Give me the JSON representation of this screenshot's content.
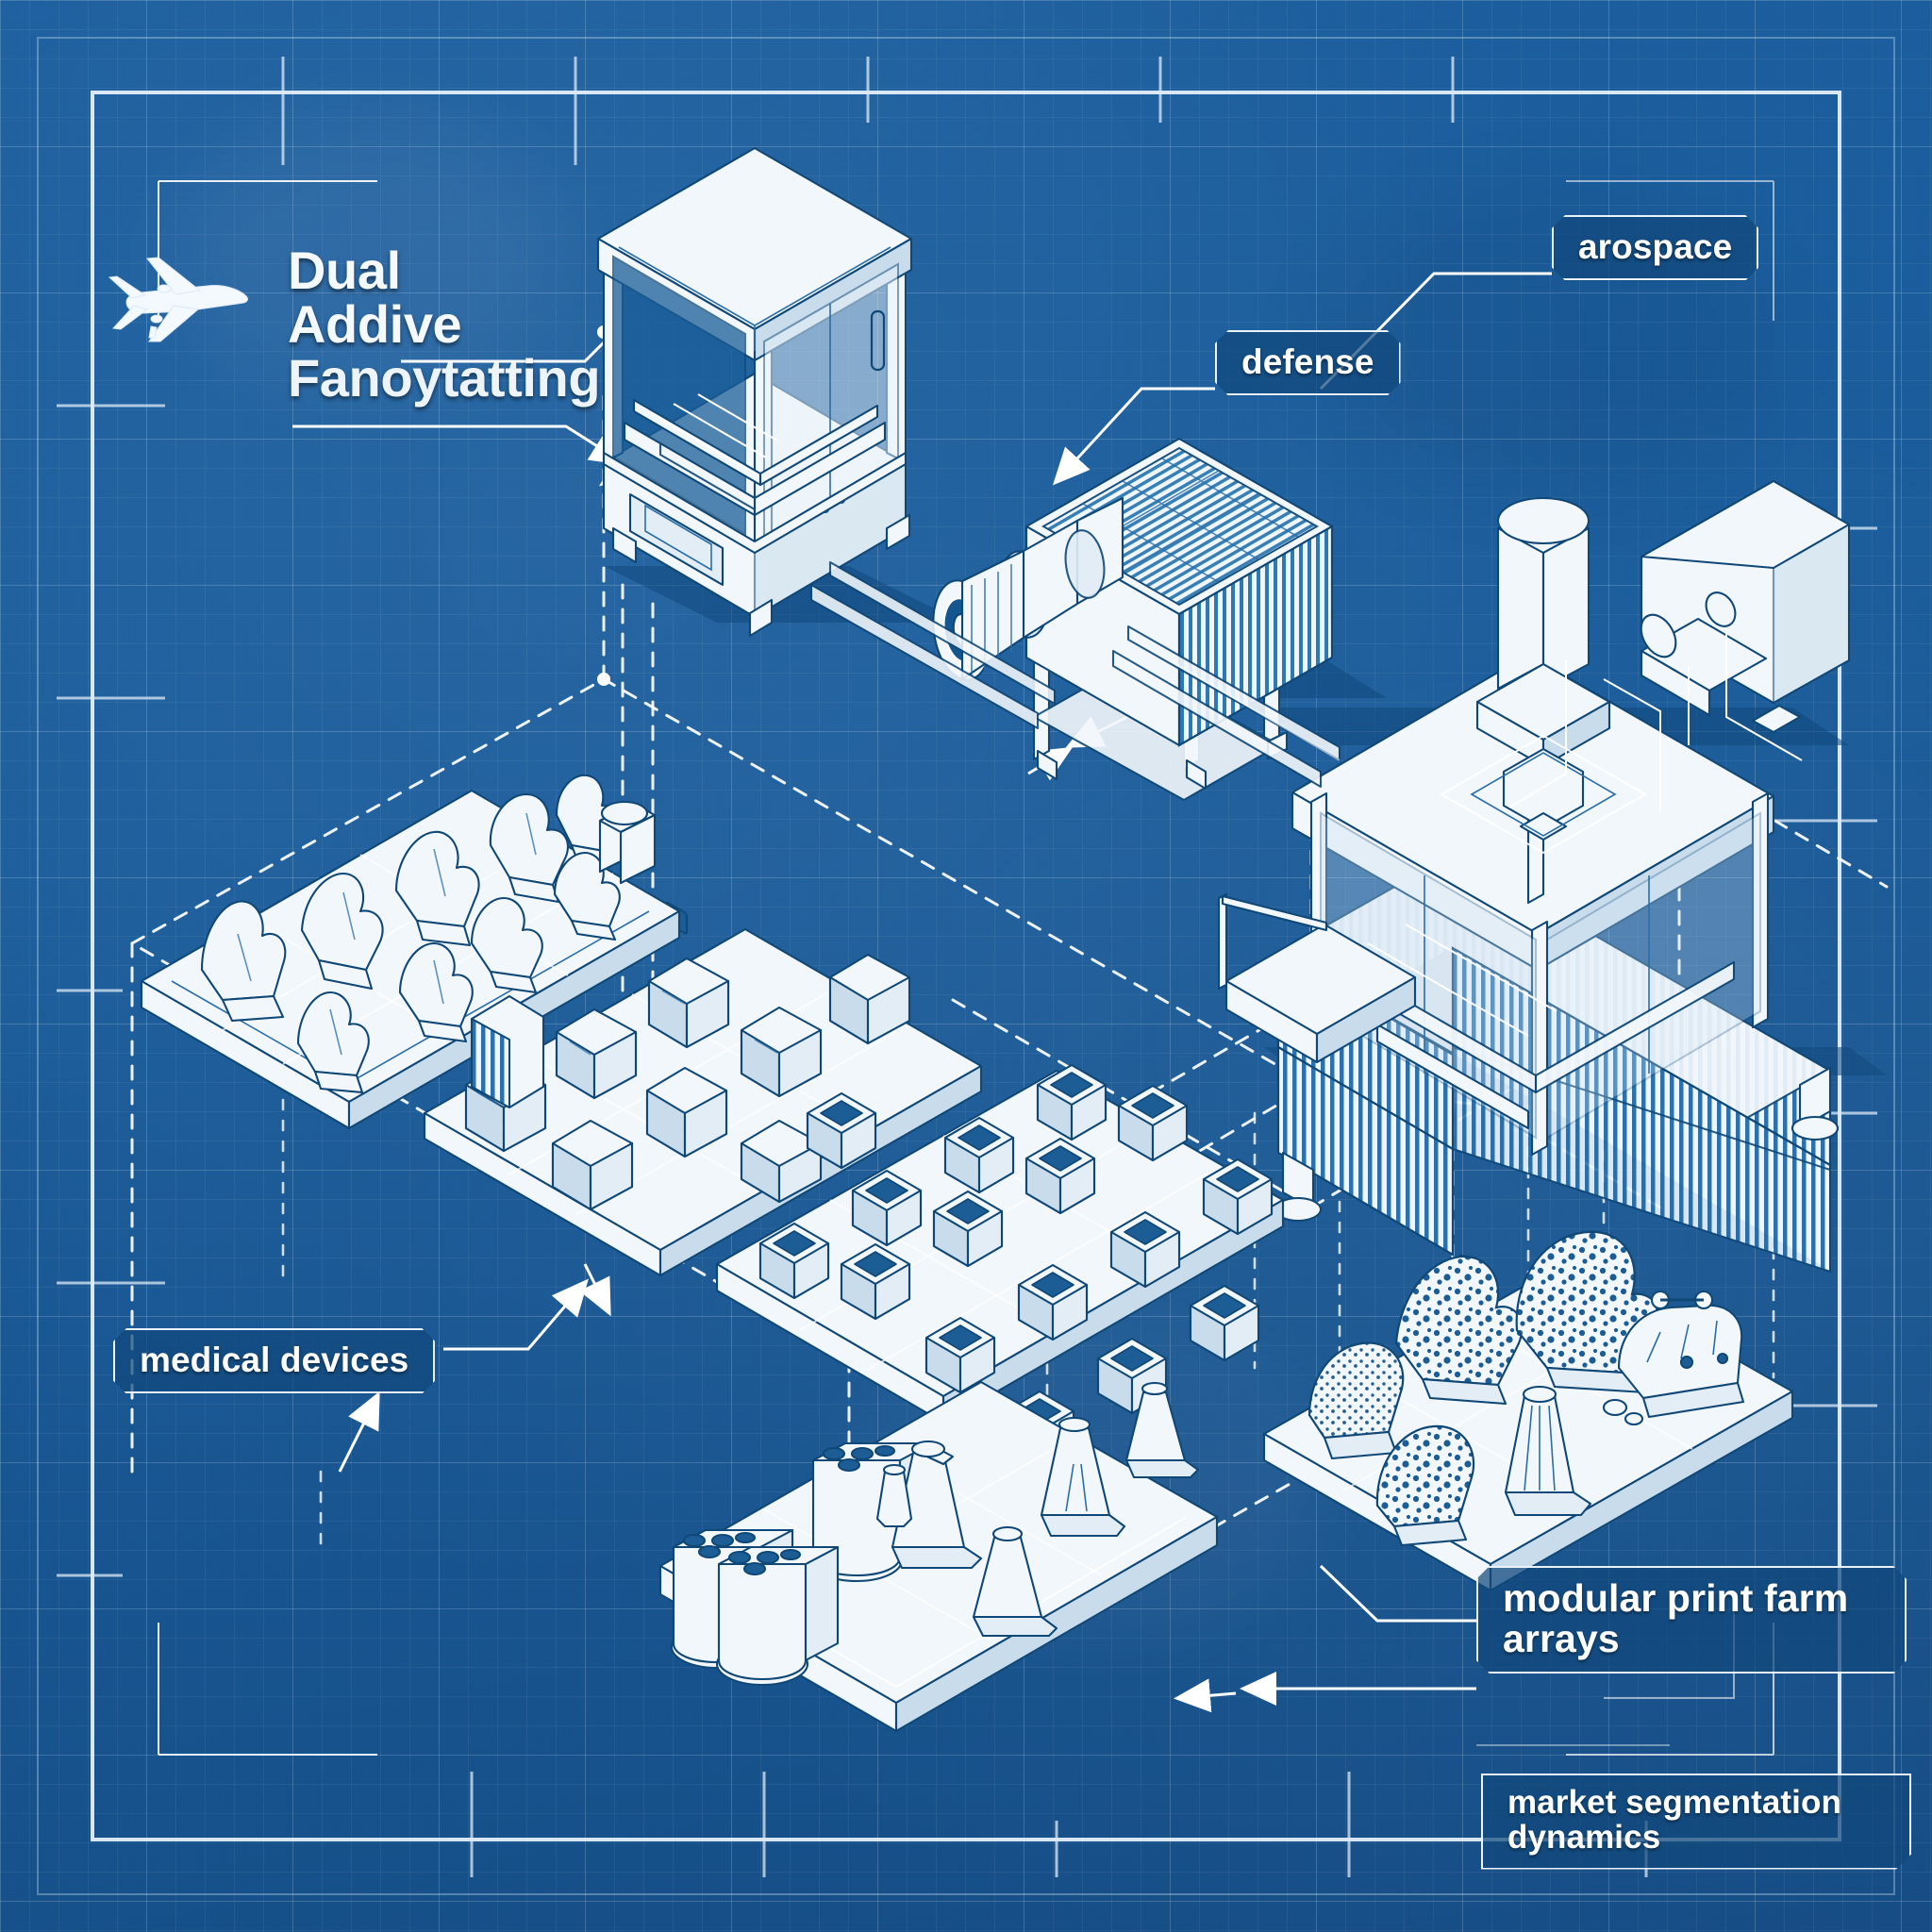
{
  "document": {
    "kind": "isometric-blueprint",
    "title_lines": [
      "Dual",
      "Addive",
      "Fanoytatting"
    ],
    "background_color": "#1a5c9b",
    "ink_color": "#ffffff",
    "grid": "on"
  },
  "title_block": {
    "icon": "airplane-icon",
    "line1": "Dual",
    "line2": "Addive",
    "line3": "Fanoytatting"
  },
  "callouts": [
    {
      "id": "aerospace",
      "label": "arospace",
      "target": "industrial-printer-system"
    },
    {
      "id": "defense",
      "label": "defense",
      "target": "turbine-engine-module"
    },
    {
      "id": "medical",
      "label": "medical devices",
      "target": "build-plate-organic-parts"
    },
    {
      "id": "modular",
      "label_line1": "modular print farm",
      "label_line2": "arrays",
      "target": "build-plate-lattice-parts"
    },
    {
      "id": "market",
      "label_line1": "market segmentation",
      "label_line2": "dynamics",
      "target": "diagram-footer"
    }
  ],
  "machines": [
    {
      "id": "desktop-3d-printer",
      "name": "enclosed desktop 3D printer"
    },
    {
      "id": "turbine-engine-module",
      "name": "turbine engine / finned housing module"
    },
    {
      "id": "industrial-printer-system",
      "name": "large industrial additive manufacturing cell"
    }
  ],
  "build_plates": [
    {
      "id": "plate-organic",
      "name": "organic bracket parts plate",
      "part_count": 12
    },
    {
      "id": "plate-blocks",
      "name": "cubic block parts plate",
      "part_count": 11
    },
    {
      "id": "plate-cubes",
      "name": "dense cube array plate",
      "part_count": 16
    },
    {
      "id": "plate-nozzles",
      "name": "nozzle and cone parts plate",
      "part_count": 9
    },
    {
      "id": "plate-lattice",
      "name": "porous lattice parts plate",
      "part_count": 6
    }
  ]
}
